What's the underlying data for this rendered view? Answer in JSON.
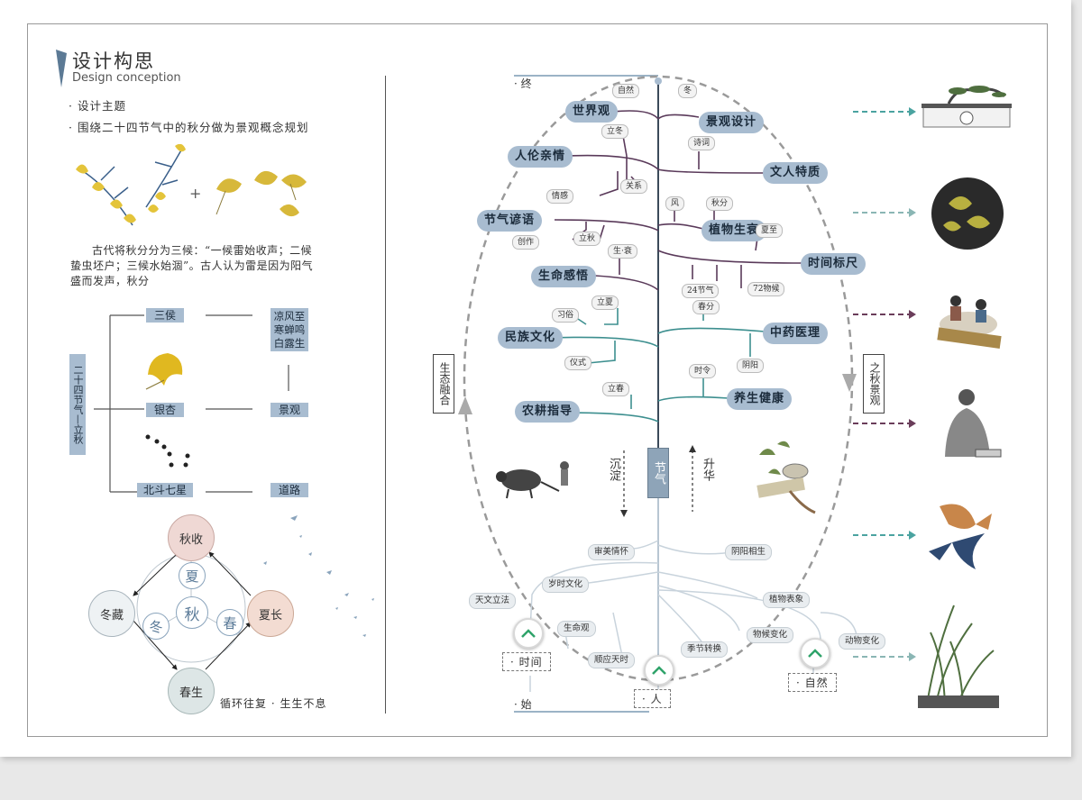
{
  "header": {
    "title": "设计构思",
    "subtitle": "Design conception"
  },
  "bullets": [
    "· 设计主题",
    "· 围绕二十四节气中的秋分做为景观概念规划"
  ],
  "paragraph": "古代将秋分分为三候：“一候雷始收声；二候蛰虫坯户；三候水始涸”。古人认为雷是因为阳气盛而发声，秋分",
  "concept": {
    "root": "二十四节气—立秋",
    "left": [
      "三侯",
      "银杏",
      "北斗七星"
    ],
    "right": [
      "凉风至寒蝉鸣白露生",
      "景观",
      "道路"
    ]
  },
  "seasons": {
    "autumn_harvest": "秋收",
    "summer_growth": "夏长",
    "spring_birth": "春生",
    "winter_store": "冬藏",
    "inner_summer": "夏",
    "inner_autumn": "秋",
    "inner_winter": "冬",
    "inner_spring": "春",
    "caption": "循环往复 · 生生不息"
  },
  "axis": {
    "top": "· 终",
    "bottom": "· 始"
  },
  "side_labels": {
    "left": "生态融合",
    "right": "之秋景观"
  },
  "trunk": {
    "label": "节气",
    "down": "沉淀",
    "up": "升华"
  },
  "branches": {
    "world_view": "世界观",
    "landscape_design": "景观设计",
    "human_ethics": "人伦亲情",
    "literati": "文人特质",
    "solar_proverb": "节气谚语",
    "plant_growth": "植物生衰",
    "time_marker": "时间标尺",
    "life_insight": "生命感悟",
    "folk_culture": "民族文化",
    "tcm": "中药医理",
    "farming": "农耕指导",
    "health": "养生健康"
  },
  "tags": {
    "nature": "自然",
    "winter": "冬",
    "lidong": "立冬",
    "poem": "诗词",
    "emotion": "情感",
    "relation": "关系",
    "wind": "风",
    "autumn_div": "秋分",
    "summer_solstice": "夏至",
    "create": "创作",
    "liqiu": "立秋",
    "rise_fall": "生·衰",
    "solar24": "24节气",
    "pentads72": "72物候",
    "lixia": "立夏",
    "spring_div": "春分",
    "custom": "习俗",
    "ritual": "仪式",
    "timing": "时令",
    "yinyang": "阴阳",
    "lichun": "立春"
  },
  "bottom_tags": {
    "aesthetic": "审美情怀",
    "yinyang_born": "阴阳相生",
    "astronomy": "天文立法",
    "year_culture": "岁时文化",
    "plant_sign": "植物表象",
    "life_view": "生命观",
    "phenology": "物候变化",
    "season_change": "季节转换",
    "follow_heaven": "顺应天时",
    "animal_change": "动物变化"
  },
  "roots": {
    "time": "· 时间",
    "person": "· 人",
    "nature": "· 自然"
  },
  "colors": {
    "pill": "#a8bcd0",
    "teal": "#3d8f8f",
    "purple": "#5a3a5a",
    "arrow_teal": "#4aa3a0",
    "arrow_purple": "#6a3d5a"
  }
}
